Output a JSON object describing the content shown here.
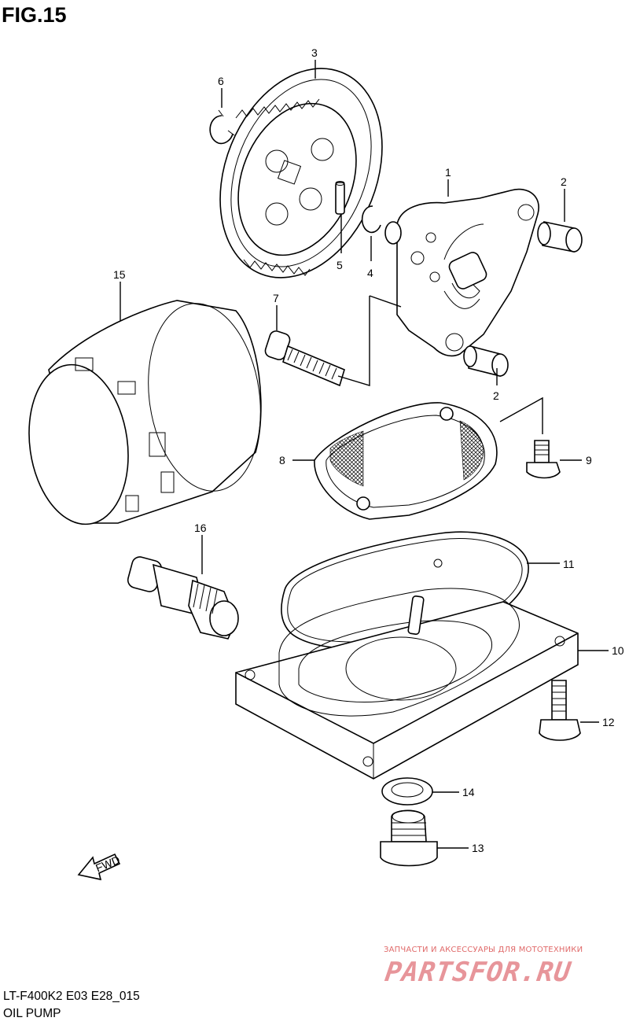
{
  "figure": {
    "title": "FIG.15",
    "model_code": "LT-F400K2 E03 E28_015",
    "name": "OIL PUMP"
  },
  "callouts": [
    {
      "id": "c1",
      "label": "1"
    },
    {
      "id": "c2a",
      "label": "2"
    },
    {
      "id": "c2b",
      "label": "2"
    },
    {
      "id": "c3",
      "label": "3"
    },
    {
      "id": "c4",
      "label": "4"
    },
    {
      "id": "c5",
      "label": "5"
    },
    {
      "id": "c6",
      "label": "6"
    },
    {
      "id": "c7",
      "label": "7"
    },
    {
      "id": "c8",
      "label": "8"
    },
    {
      "id": "c9",
      "label": "9"
    },
    {
      "id": "c10",
      "label": "10"
    },
    {
      "id": "c11",
      "label": "11"
    },
    {
      "id": "c12",
      "label": "12"
    },
    {
      "id": "c13",
      "label": "13"
    },
    {
      "id": "c14",
      "label": "14"
    },
    {
      "id": "c15",
      "label": "15"
    },
    {
      "id": "c16",
      "label": "16"
    }
  ],
  "fwd_arrow": "FWD",
  "watermark": {
    "tagline": "ЗАПЧАСТИ И АКСЕССУАРЫ ДЛЯ МОТОТЕХНИКИ",
    "brand": "PARTSFOR.RU"
  }
}
